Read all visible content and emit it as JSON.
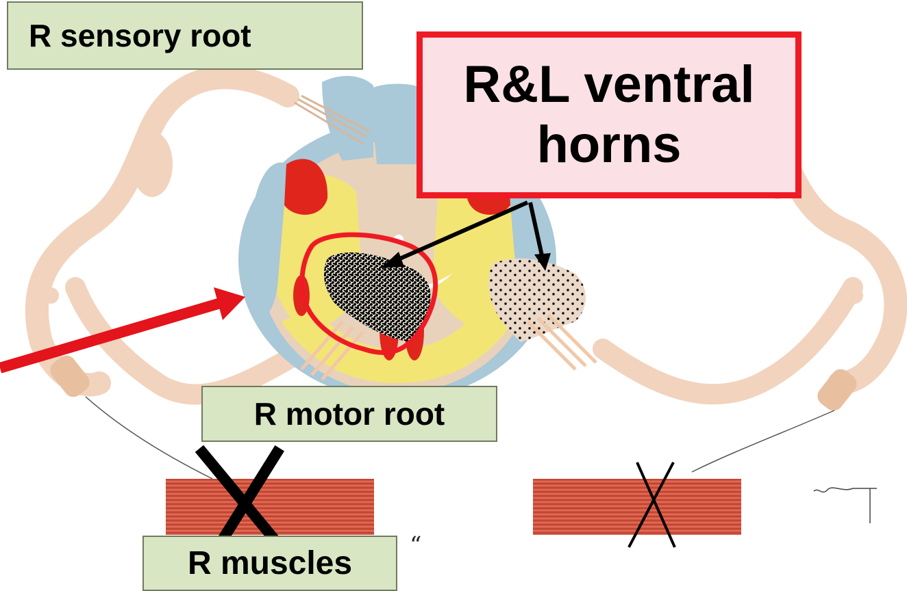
{
  "labels": {
    "sensory_root": "R sensory root",
    "callout_line1": "R&L ventral",
    "callout_line2": "horns",
    "motor_root": "R motor root",
    "muscles": "R muscles"
  },
  "colors": {
    "nerve": "#f2d3bd",
    "white_matter_blue": "#a9c8d8",
    "gray_matter_yellow": "#f3e574",
    "tract_red": "#e0261c",
    "muscle_red": "#d2533e",
    "callout_border": "#ee1b24",
    "callout_fill": "#fbe1e6",
    "label_fill": "#d8e6c4",
    "highlight_arrow": "#e3141b"
  }
}
